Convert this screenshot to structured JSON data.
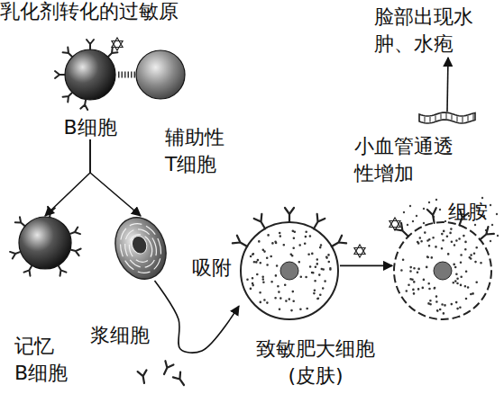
{
  "diagram": {
    "nodes": [
      {
        "text": [
          "B细胞"
        ]
      },
      {
        "text": [
          "辅助性 T细胞"
        ]
      },
      {
        "text": [
          "记忆 B细胞"
        ]
      },
      {
        "text": [
          "浆细胞"
        ]
      },
      {
        "text": [
          "致敏肥大细胞 (皮肤)"
        ]
      },
      {
        "text": [
          "组胺"
        ]
      },
      {
        "text": [
          "小血管通透性增加"
        ]
      },
      {
        "text": [
          "脸部出现水肿、水疱"
        ]
      }
    ],
    "edges": [
      {
        "from": 0,
        "to": 1,
        "arrow": "none"
      },
      {
        "from": 0,
        "to": 2,
        "arrow": "to"
      },
      {
        "from": 0,
        "to": 3,
        "arrow": "to"
      },
      {
        "from": 3,
        "to": 4,
        "label": "吸附",
        "arrow": "to"
      },
      {
        "from": 4,
        "to": 5,
        "arrow": "to"
      },
      {
        "from": 6,
        "to": 7,
        "arrow": "to"
      }
    ],
    "labels": [
      "乳化剂转化的过敏原"
    ]
  }
}
